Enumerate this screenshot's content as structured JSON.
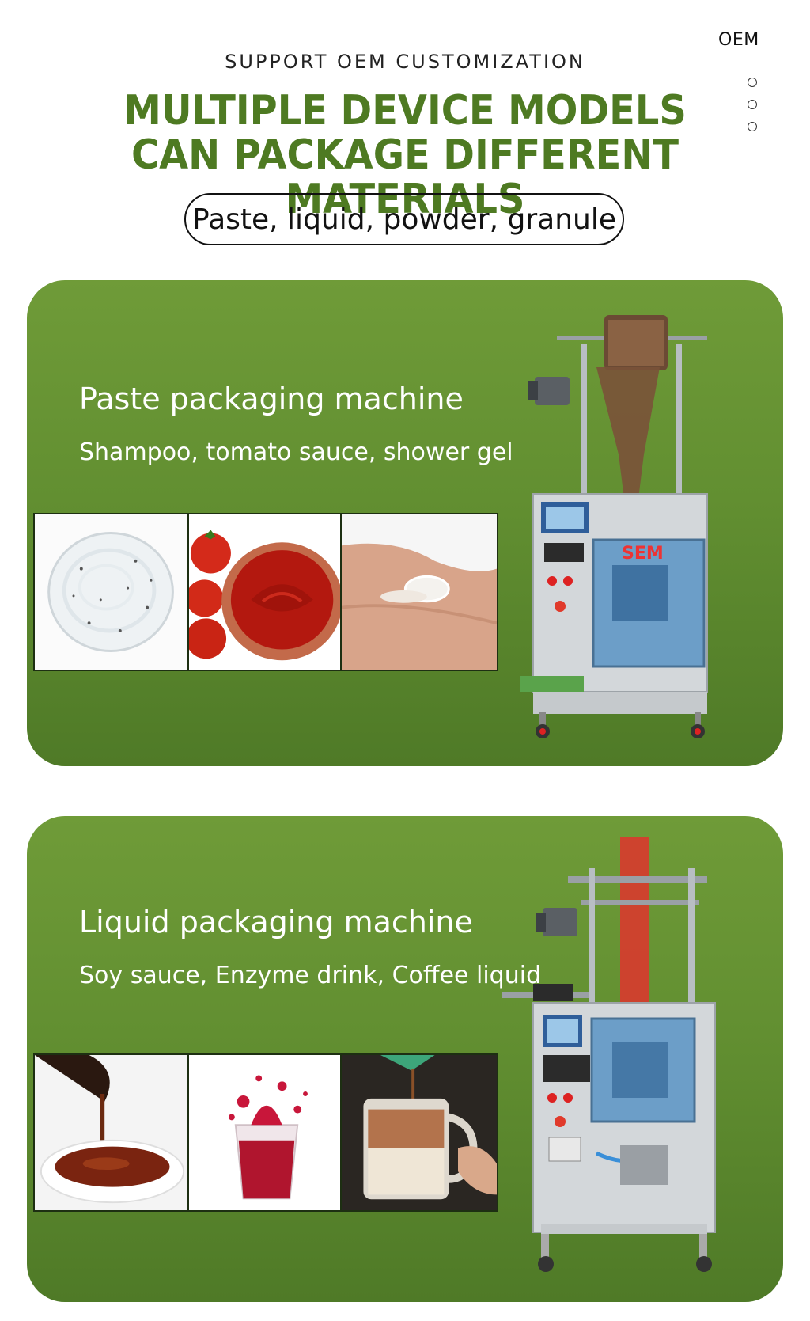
{
  "header": {
    "oem_label": "OEM",
    "subtitle": "SUPPORT OEM CUSTOMIZATION",
    "headline_line1": "MULTIPLE DEVICE MODELS",
    "headline_line2": "CAN PACKAGE DIFFERENT MATERIALS",
    "materials_pill": "Paste, liquid, powder, granule",
    "accent_color": "#4e7a22"
  },
  "panels": [
    {
      "title": "Paste packaging machine",
      "description": "Shampoo, tomato sauce, shower gel",
      "photos": [
        "shampoo-gel-photo",
        "tomato-sauce-photo",
        "shower-gel-hand-photo"
      ],
      "machine_logo": "SEM"
    },
    {
      "title": "Liquid packaging machine",
      "description": "Soy sauce, Enzyme drink, Coffee liquid",
      "photos": [
        "soy-sauce-photo",
        "enzyme-drink-photo",
        "coffee-liquid-photo"
      ]
    }
  ],
  "panel_colors": {
    "top": "#6f9b38",
    "bottom": "#4f7a27"
  }
}
